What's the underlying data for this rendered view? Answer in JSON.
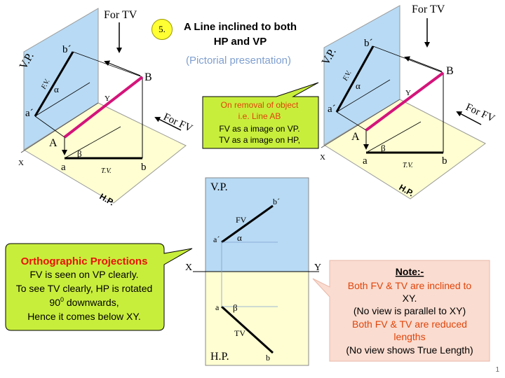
{
  "slide_number_badge": "5.",
  "title": {
    "line1": "A Line inclined to both",
    "line2": "HP and VP"
  },
  "subtitle": "(Pictorial presentation)",
  "pictorial_labels": {
    "for_tv": "For TV",
    "for_fv": "For FV",
    "vp": "V.P.",
    "hp": "H.P.",
    "fv": "F.V.",
    "tv": "T.V.",
    "b_dash": "b´",
    "a_dash": "a´",
    "B": "B",
    "A": "A",
    "a": "a",
    "b": "b",
    "alpha": "α",
    "beta": "β",
    "x": "X",
    "y": "Y"
  },
  "removal_callout": {
    "line1": "On removal of object",
    "line2": "i.e. Line AB",
    "line3": "FV as a image on VP.",
    "line4": "TV as a image on HP,"
  },
  "ortho_callout": {
    "heading": "Orthographic Projections",
    "line1": "FV is seen on VP clearly.",
    "line2": "To see TV clearly, HP is rotated",
    "line3a": "90",
    "line3b": "0",
    "line3c": " downwards,",
    "line4": "Hence it comes below XY."
  },
  "ortho_labels": {
    "vp": "V.P.",
    "hp": "H.P.",
    "fv": "FV",
    "tv": "TV",
    "b_dash": "b´",
    "a_dash": "a´",
    "a": "a",
    "b": "b",
    "alpha": "α",
    "beta": "β",
    "x": "X",
    "y": "Y"
  },
  "note": {
    "heading": "Note:-",
    "line1": "Both FV & TV are inclined to",
    "line2": "XY.",
    "line3": "(No view is parallel to XY)",
    "line4": "Both FV & TV are reduced",
    "line5": "lengths",
    "line6": "(No view shows True Length)"
  },
  "page_number": "1",
  "colors": {
    "vp_fill": "#b8daf4",
    "hp_fill": "#fefed2",
    "true_line": "#d4147a",
    "green_callout": "#c8ee3c",
    "note_fill": "#fadcd0",
    "red_text": "#e8140a",
    "orange_text": "#e0440a"
  }
}
